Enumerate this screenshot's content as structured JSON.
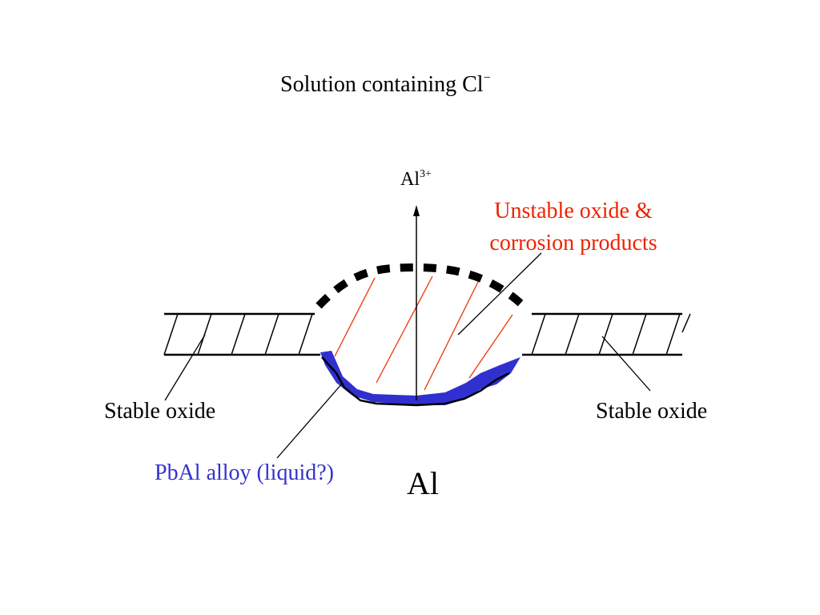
{
  "title": {
    "text": "Solution containing Cl",
    "superscript": "−"
  },
  "ion_label": {
    "text": "Al",
    "superscript": "3+"
  },
  "unstable_oxide_label": {
    "line1": "Unstable oxide &",
    "line2": "corrosion products"
  },
  "stable_oxide_left_label": "Stable oxide",
  "stable_oxide_right_label": "Stable oxide",
  "alloy_label": "PbAl alloy (liquid?)",
  "metal_label": "Al",
  "colors": {
    "unstable_text": "#ee2200",
    "alloy_text": "#3333cc",
    "alloy_layer": "#3030d0",
    "hatch_red": "#ee3300",
    "ink": "#000000"
  }
}
